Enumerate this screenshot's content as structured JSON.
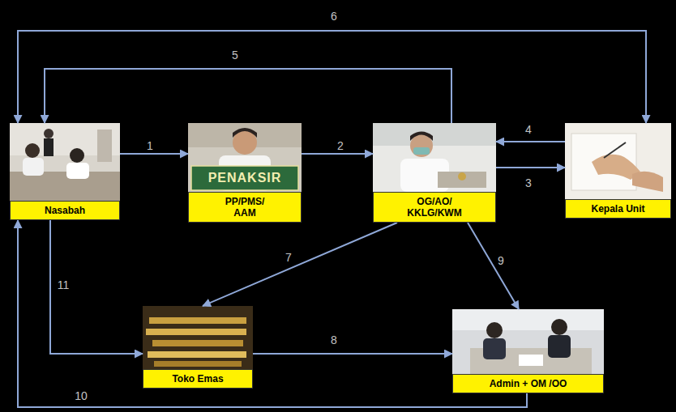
{
  "diagram": {
    "nodes": [
      {
        "text": [
          "Nasabah"
        ]
      },
      {
        "text": [
          "PP/PMS/ AAM"
        ]
      },
      {
        "text": [
          "OG/AO/ KKLG/KWM"
        ]
      },
      {
        "text": [
          "Kepala Unit"
        ]
      },
      {
        "text": [
          "Toko Emas"
        ]
      },
      {
        "text": [
          "Admin + OM /OO"
        ]
      }
    ],
    "edges": [
      {
        "from": 0,
        "to": 1,
        "label": "1",
        "arrow": "to"
      },
      {
        "from": 1,
        "to": 2,
        "label": "2",
        "arrow": "to"
      },
      {
        "from": 2,
        "to": 3,
        "label": "3",
        "arrow": "to"
      },
      {
        "from": 3,
        "to": 2,
        "label": "4",
        "arrow": "to"
      },
      {
        "from": 2,
        "to": 0,
        "label": "5",
        "arrow": "to"
      },
      {
        "from": 0,
        "to": 3,
        "label": "6",
        "arrow": "both"
      },
      {
        "from": 2,
        "to": 4,
        "label": "7",
        "arrow": "to"
      },
      {
        "from": 4,
        "to": 5,
        "label": "8",
        "arrow": "to"
      },
      {
        "from": 2,
        "to": 5,
        "label": "9",
        "arrow": "to"
      },
      {
        "from": 5,
        "to": 0,
        "label": "10",
        "arrow": "to"
      },
      {
        "from": 0,
        "to": 4,
        "label": "11",
        "arrow": "to"
      }
    ],
    "labels": [
      "PENAKSIR"
    ]
  }
}
